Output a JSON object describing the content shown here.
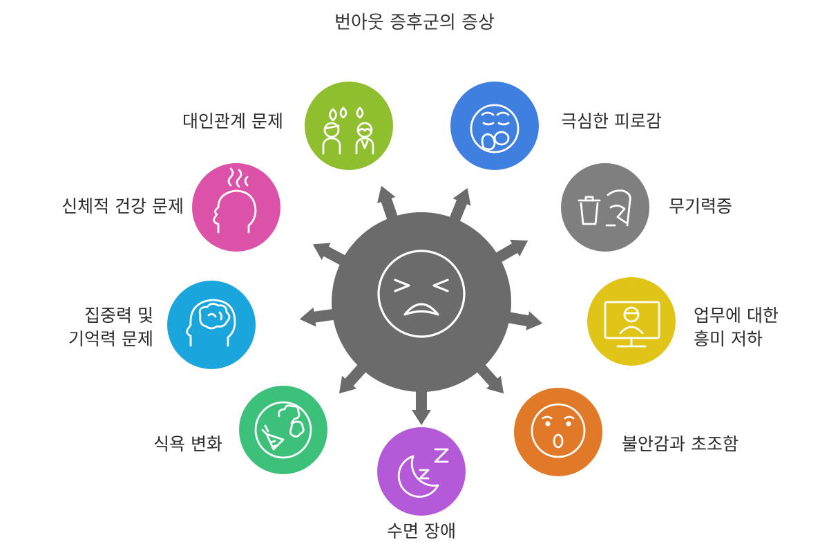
{
  "title": "번아웃 증후군의 증상",
  "center": {
    "icon": "exhausted-face-icon",
    "color": "#6b6b6b"
  },
  "symptoms": [
    {
      "label": "대인관계 문제",
      "color": "#8fbf2f",
      "icon": "people-crying-icon"
    },
    {
      "label": "극심한 피로감",
      "color": "#3f7fe0",
      "icon": "yawning-face-icon"
    },
    {
      "label": "무기력증",
      "color": "#7f7f7f",
      "icon": "trash-and-chair-icon"
    },
    {
      "label": "업무에 대한\n흥미 저하",
      "color": "#e0c418",
      "icon": "monitor-person-icon"
    },
    {
      "label": "불안감과 초조함",
      "color": "#e07a28",
      "icon": "anxious-face-icon"
    },
    {
      "label": "수면 장애",
      "color": "#b45ad8",
      "icon": "moon-sleep-icon"
    },
    {
      "label": "식욕 변화",
      "color": "#3cc07a",
      "icon": "vegetables-icon"
    },
    {
      "label": "집중력 및\n기억력 문제",
      "color": "#1aa6dd",
      "icon": "brain-head-icon"
    },
    {
      "label": "신체적 건강 문제",
      "color": "#dc52a8",
      "icon": "steaming-head-icon"
    }
  ]
}
